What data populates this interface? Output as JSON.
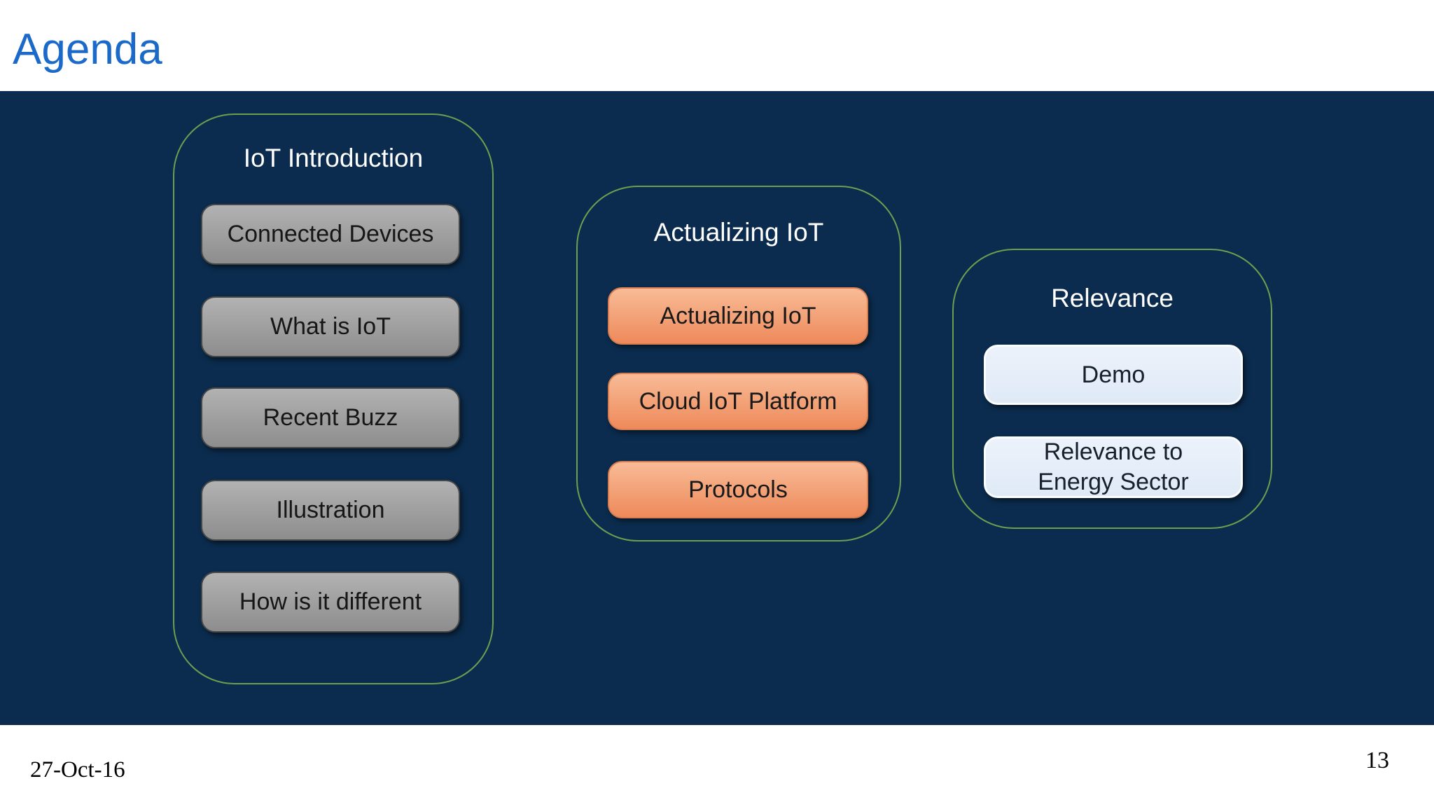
{
  "header": {
    "title": "Agenda"
  },
  "theme": {
    "colors": {
      "title_blue": "#1b6ac9",
      "bg_navy": "#0b2c4e",
      "group_border_green": "#6f9e50",
      "gray_light": "#b2b2b2",
      "gray_dark": "#8d8d8d",
      "orange_light": "#f8bb96",
      "orange_dark": "#ee8a5b",
      "blue_light": "#ecf2fb",
      "blue_dark": "#dfeaf6"
    }
  },
  "groups": [
    {
      "title": "IoT Introduction",
      "items": [
        {
          "label": "Connected Devices"
        },
        {
          "label": "What is IoT"
        },
        {
          "label": "Recent Buzz"
        },
        {
          "label": "Illustration"
        },
        {
          "label": "How is it different"
        }
      ]
    },
    {
      "title": "Actualizing IoT",
      "items": [
        {
          "label": "Actualizing IoT"
        },
        {
          "label": "Cloud IoT Platform"
        },
        {
          "label": "Protocols"
        }
      ]
    },
    {
      "title": "Relevance",
      "items": [
        {
          "label": "Demo"
        },
        {
          "label": "Relevance to\nEnergy Sector"
        }
      ]
    }
  ],
  "footer": {
    "date": "27-Oct-16",
    "page_number": "13"
  }
}
